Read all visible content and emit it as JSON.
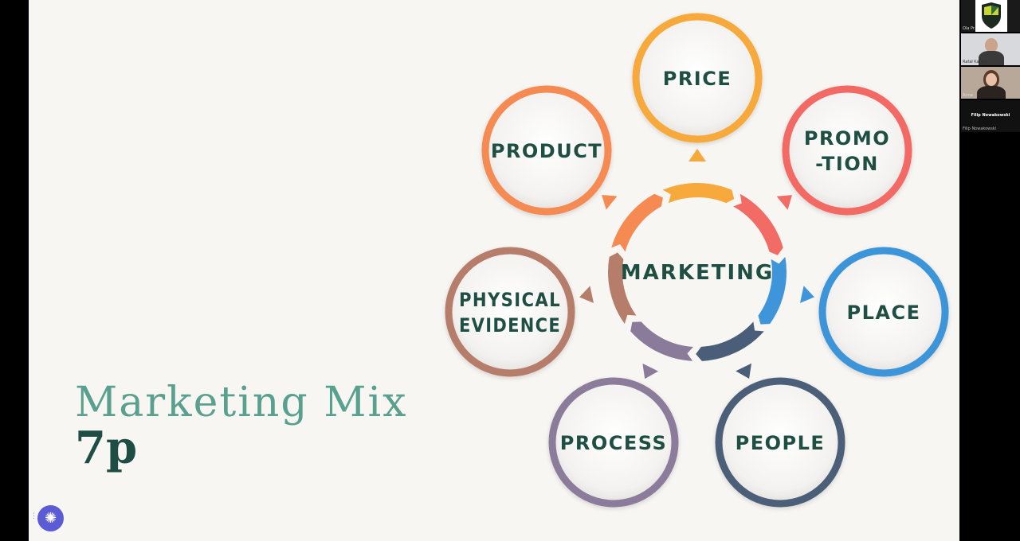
{
  "title": {
    "line1": "Marketing Mix",
    "line2": "7p"
  },
  "diagram": {
    "center": "MARKETING",
    "elements": [
      {
        "label": [
          "PRICE"
        ],
        "color": "#f7a93b"
      },
      {
        "label": [
          "PROMO",
          "-TION"
        ],
        "color": "#f26b64"
      },
      {
        "label": [
          "PLACE"
        ],
        "color": "#3e95d9"
      },
      {
        "label": [
          "PEOPLE"
        ],
        "color": "#4b5e79"
      },
      {
        "label": [
          "PROCESS"
        ],
        "color": "#8a7b9a"
      },
      {
        "label": [
          "PHYSICAL",
          "EVIDENCE"
        ],
        "color": "#b67d6b"
      },
      {
        "label": [
          "PRODUCT"
        ],
        "color": "#f58a52"
      }
    ]
  },
  "participants": [
    {
      "name": "Ola Pr...",
      "type": "logo"
    },
    {
      "name": "Rafał Kadłub",
      "type": "person"
    },
    {
      "name": "Anna",
      "type": "person"
    },
    {
      "name": "Filip Nowakowski",
      "type": "name-only",
      "caption": "Filip Nowakowski"
    }
  ],
  "icons": {
    "assistant": "sparkle-icon",
    "corner": "openai-icon"
  }
}
